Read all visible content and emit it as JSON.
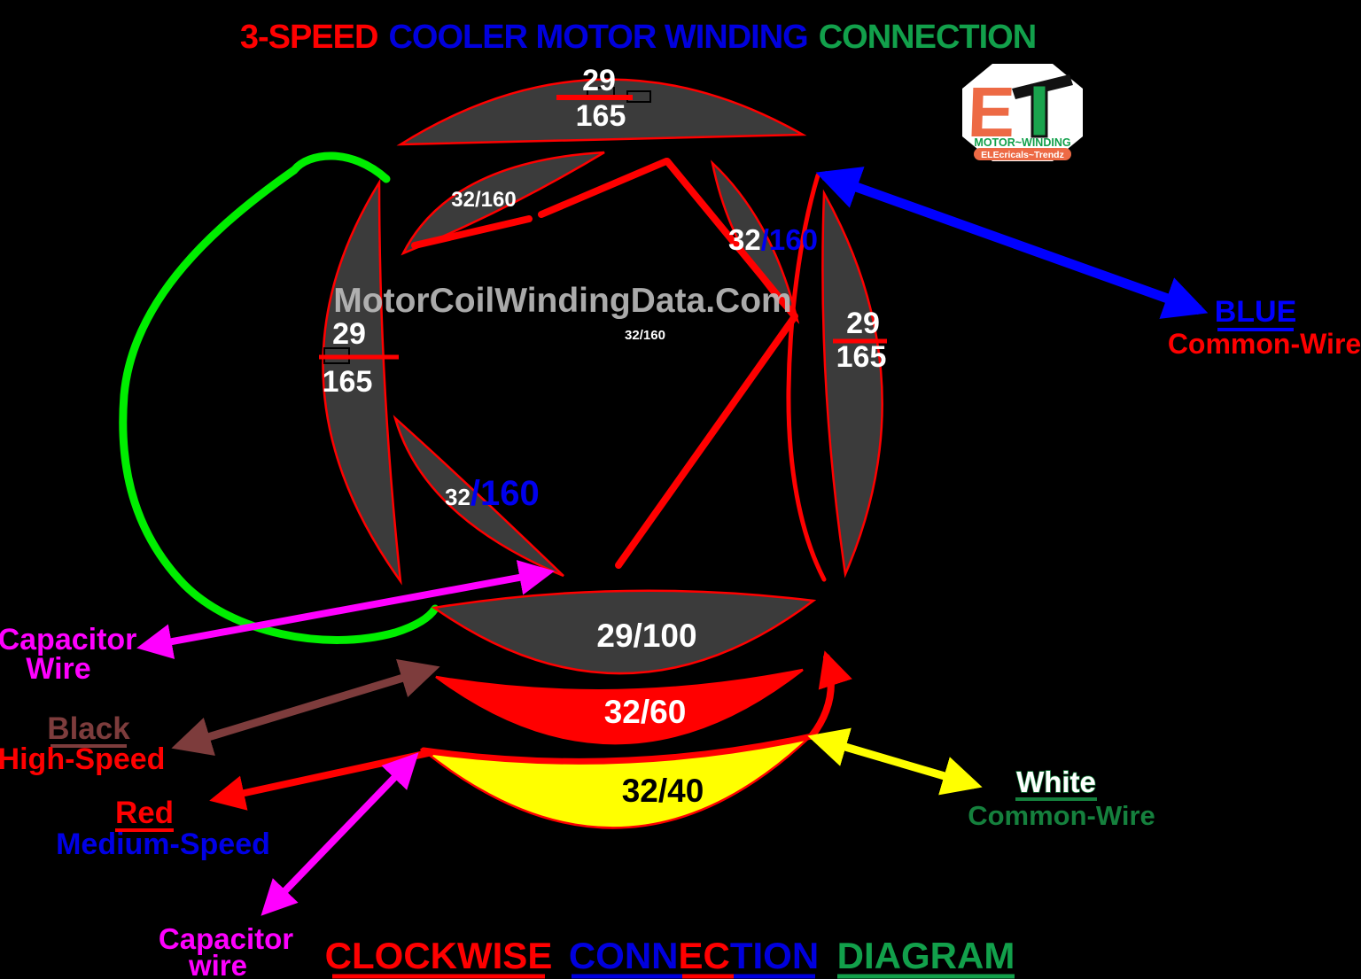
{
  "title": {
    "part1": "3-SPEED",
    "part2": "COOLER MOTOR WINDING",
    "part3": "CONNECTION"
  },
  "watermark": "MotorCoilWindingData.Com",
  "logo": {
    "monogram_e": "E",
    "monogram_t": "T",
    "line1": "MOTOR~WINDING",
    "line2": "ELEcricals~Trendz"
  },
  "coils": {
    "top": {
      "num": "29",
      "den": "165"
    },
    "left": {
      "num": "29",
      "den": "165"
    },
    "right": {
      "num": "29",
      "den": "165"
    },
    "upper_left": "32/160",
    "upper_right": {
      "white": "32",
      "blue": "/160"
    },
    "lower_left": {
      "white": "32",
      "blue": "/160"
    },
    "center": "32/160",
    "bottom": "29/100",
    "red_coil": "32/60",
    "yellow_coil": "32/40"
  },
  "labels": {
    "blue_common": {
      "line1": "BLUE",
      "line2": "Common-Wire"
    },
    "capacitor_top": {
      "line1": "Capacitor",
      "line2": "Wire"
    },
    "black_high": {
      "line1": "Black",
      "line2": "High-Speed"
    },
    "red_medium": {
      "line1": "Red",
      "line2": "Medium-Speed"
    },
    "capacitor_bottom": {
      "line1": "Capacitor",
      "line2": "wire"
    },
    "white_common": {
      "line1": "White",
      "line2": "Common-Wire"
    }
  },
  "footer": {
    "word1": "CLOCKWISE",
    "word2_a": "CONN",
    "word2_b": "EC",
    "word2_c": "TION",
    "word3": "DIAGRAM"
  },
  "colors": {
    "background": "#000000",
    "coil_fill": "#3b3b3b",
    "coil_outline": "#ff0000",
    "red": "#ff0000",
    "yellow": "#ffff00",
    "magenta": "#ff00ff",
    "green_wire": "#00ee00",
    "brown": "#7d3c3c",
    "blue": "#0000ff",
    "title_blue": "#0000dd",
    "green": "#12a04b",
    "dark_green": "#15803d",
    "watermark": "#bdbdbd"
  }
}
